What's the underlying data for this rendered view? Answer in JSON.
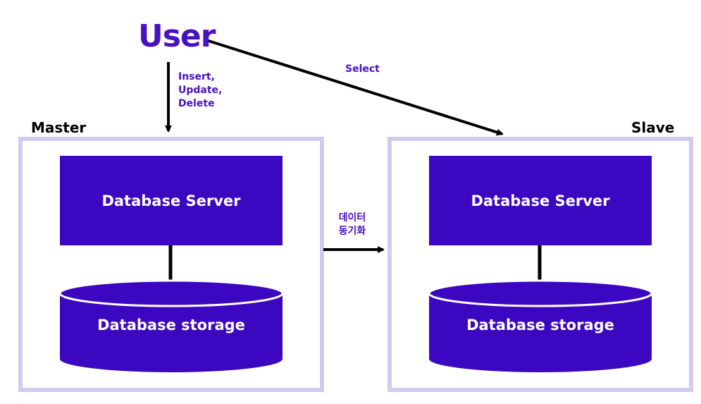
{
  "user": {
    "label": "User"
  },
  "operations": {
    "write_lines": [
      "Insert,",
      "Update,",
      "Delete"
    ],
    "read": "Select",
    "sync_lines": [
      "데이터",
      "동기화"
    ]
  },
  "master": {
    "label": "Master",
    "server": "Database Server",
    "storage": "Database storage"
  },
  "slave": {
    "label": "Slave",
    "server": "Database Server",
    "storage": "Database storage"
  },
  "colors": {
    "accent": "#3c07c0",
    "text_accent": "#4a11c2",
    "panel_border": "#d3cbee"
  }
}
